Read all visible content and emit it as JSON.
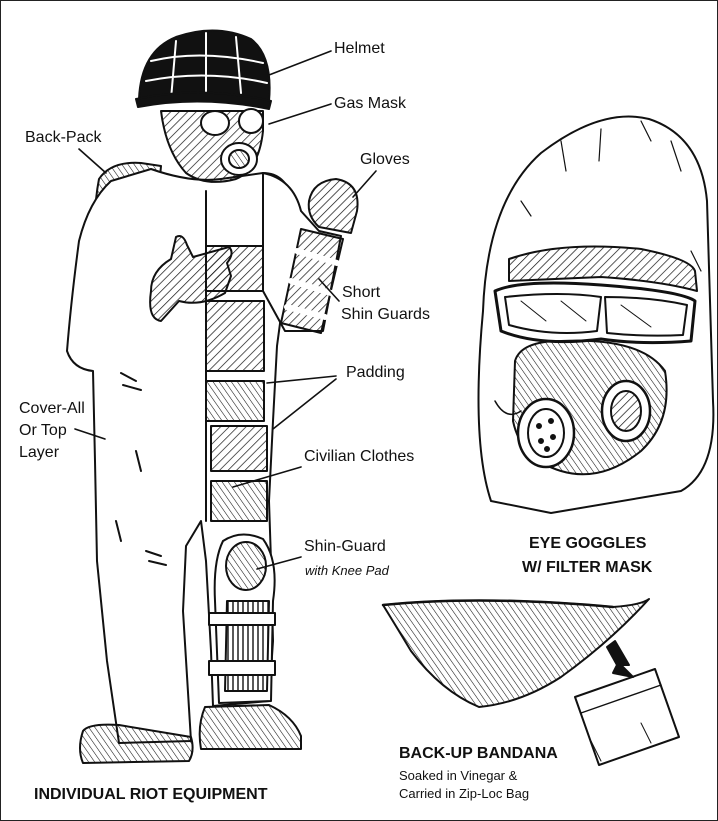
{
  "labels": {
    "helmet": "Helmet",
    "gas_mask": "Gas Mask",
    "back_pack": "Back-Pack",
    "gloves": "Gloves",
    "short_line1": "Short",
    "short_line2": "Shin Guards",
    "padding": "Padding",
    "coverall_line1": "Cover-All",
    "coverall_line2": "Or Top",
    "coverall_line3": "Layer",
    "civilian_clothes": "Civilian Clothes",
    "shin_guard": "Shin-Guard",
    "knee_pad": "with Knee Pad"
  },
  "captions": {
    "goggles_line1": "EYE GOGGLES",
    "goggles_line2": "W/ FILTER MASK",
    "bandana_title": "BACK-UP BANDANA",
    "bandana_line1": "Soaked in Vinegar &",
    "bandana_line2": "Carried in Zip-Loc Bag",
    "main_title": "INDIVIDUAL RIOT EQUIPMENT"
  },
  "colors": {
    "ink": "#111111",
    "paper": "#ffffff"
  }
}
